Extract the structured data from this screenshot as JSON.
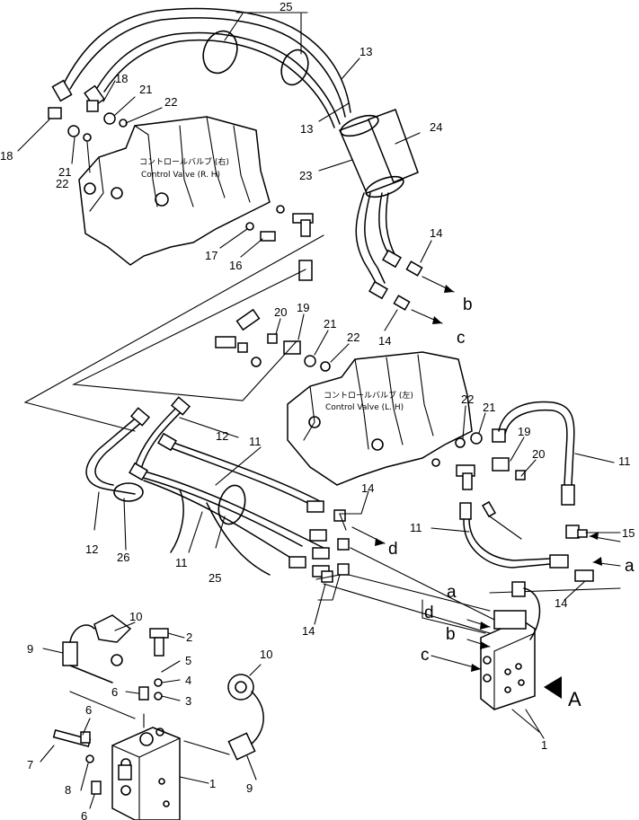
{
  "valve_right": {
    "label_jp": "コントロールバルブ (右)",
    "label_en": "Control Valve (R. H)"
  },
  "valve_left": {
    "label_jp": "コントロールバルブ (左)",
    "label_en": "Control Valve (L. H)"
  },
  "view_label": "A",
  "callouts": {
    "c25": "25",
    "c13a": "13",
    "c13b": "13",
    "c24": "24",
    "c23": "23",
    "c18a": "18",
    "c18b": "18",
    "c21a": "21",
    "c21b": "21",
    "c22a": "22",
    "c22b": "22",
    "c17": "17",
    "c16": "16",
    "c14a": "14",
    "c14b": "14",
    "c20a": "20",
    "c19a": "19",
    "c21c": "21",
    "c22c": "22",
    "c22d": "22",
    "c21d": "21",
    "c19b": "19",
    "c20b": "20",
    "c11a": "11",
    "c12a": "12",
    "c11b": "11",
    "c11c": "11",
    "c15": "15",
    "c14c": "14",
    "c12b": "12",
    "c26": "26",
    "c11d": "11",
    "c25b": "25",
    "c14d": "14",
    "c14e": "14",
    "c10a": "10",
    "c9a": "9",
    "c2": "2",
    "c5": "5",
    "c4": "4",
    "c6a": "6",
    "c3": "3",
    "c10b": "10",
    "c6b": "6",
    "c7": "7",
    "c8": "8",
    "c6c": "6",
    "c1a": "1",
    "c9b": "9",
    "c1b": "1"
  },
  "port_letters": {
    "b1": "b",
    "c1": "c",
    "d1": "d",
    "a1": "a",
    "a2": "a",
    "d2": "d",
    "b2": "b",
    "c2": "c"
  }
}
